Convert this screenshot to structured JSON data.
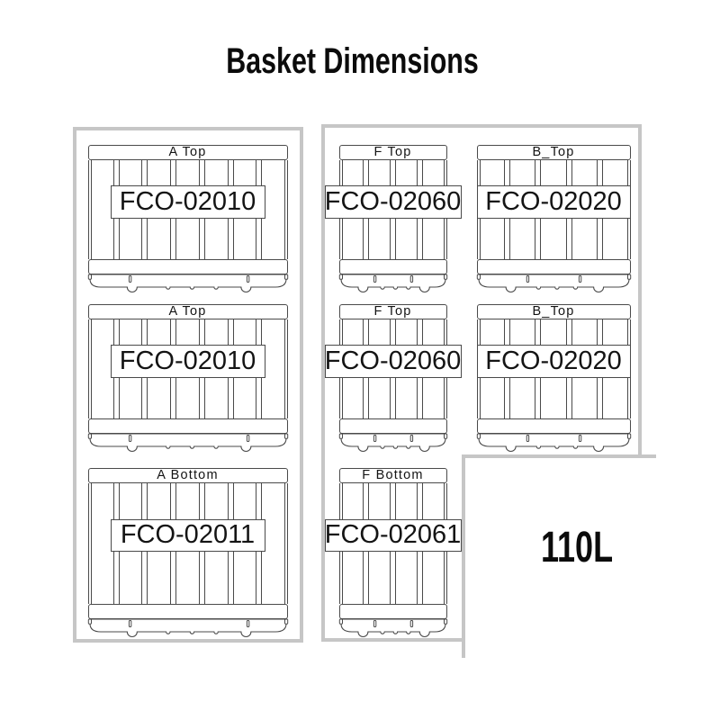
{
  "title": "Basket Dimensions",
  "capacity_label": "110L",
  "colors": {
    "panel_border": "#c6c6c6",
    "drawing_line": "#4a4a4a",
    "text": "#141414",
    "background": "#ffffff"
  },
  "left_panel": {
    "baskets": [
      {
        "position_label": "A Top",
        "part_number": "FCO-02010"
      },
      {
        "position_label": "A Top",
        "part_number": "FCO-02010"
      },
      {
        "position_label": "A Bottom",
        "part_number": "FCO-02011"
      }
    ]
  },
  "right_panel": {
    "baskets": [
      {
        "position_label": "F Top",
        "part_number": "FCO-02060"
      },
      {
        "position_label": "B_Top",
        "part_number": "FCO-02020"
      },
      {
        "position_label": "F Top",
        "part_number": "FCO-02060"
      },
      {
        "position_label": "B_Top",
        "part_number": "FCO-02020"
      },
      {
        "position_label": "F Bottom",
        "part_number": "FCO-02061"
      }
    ]
  }
}
